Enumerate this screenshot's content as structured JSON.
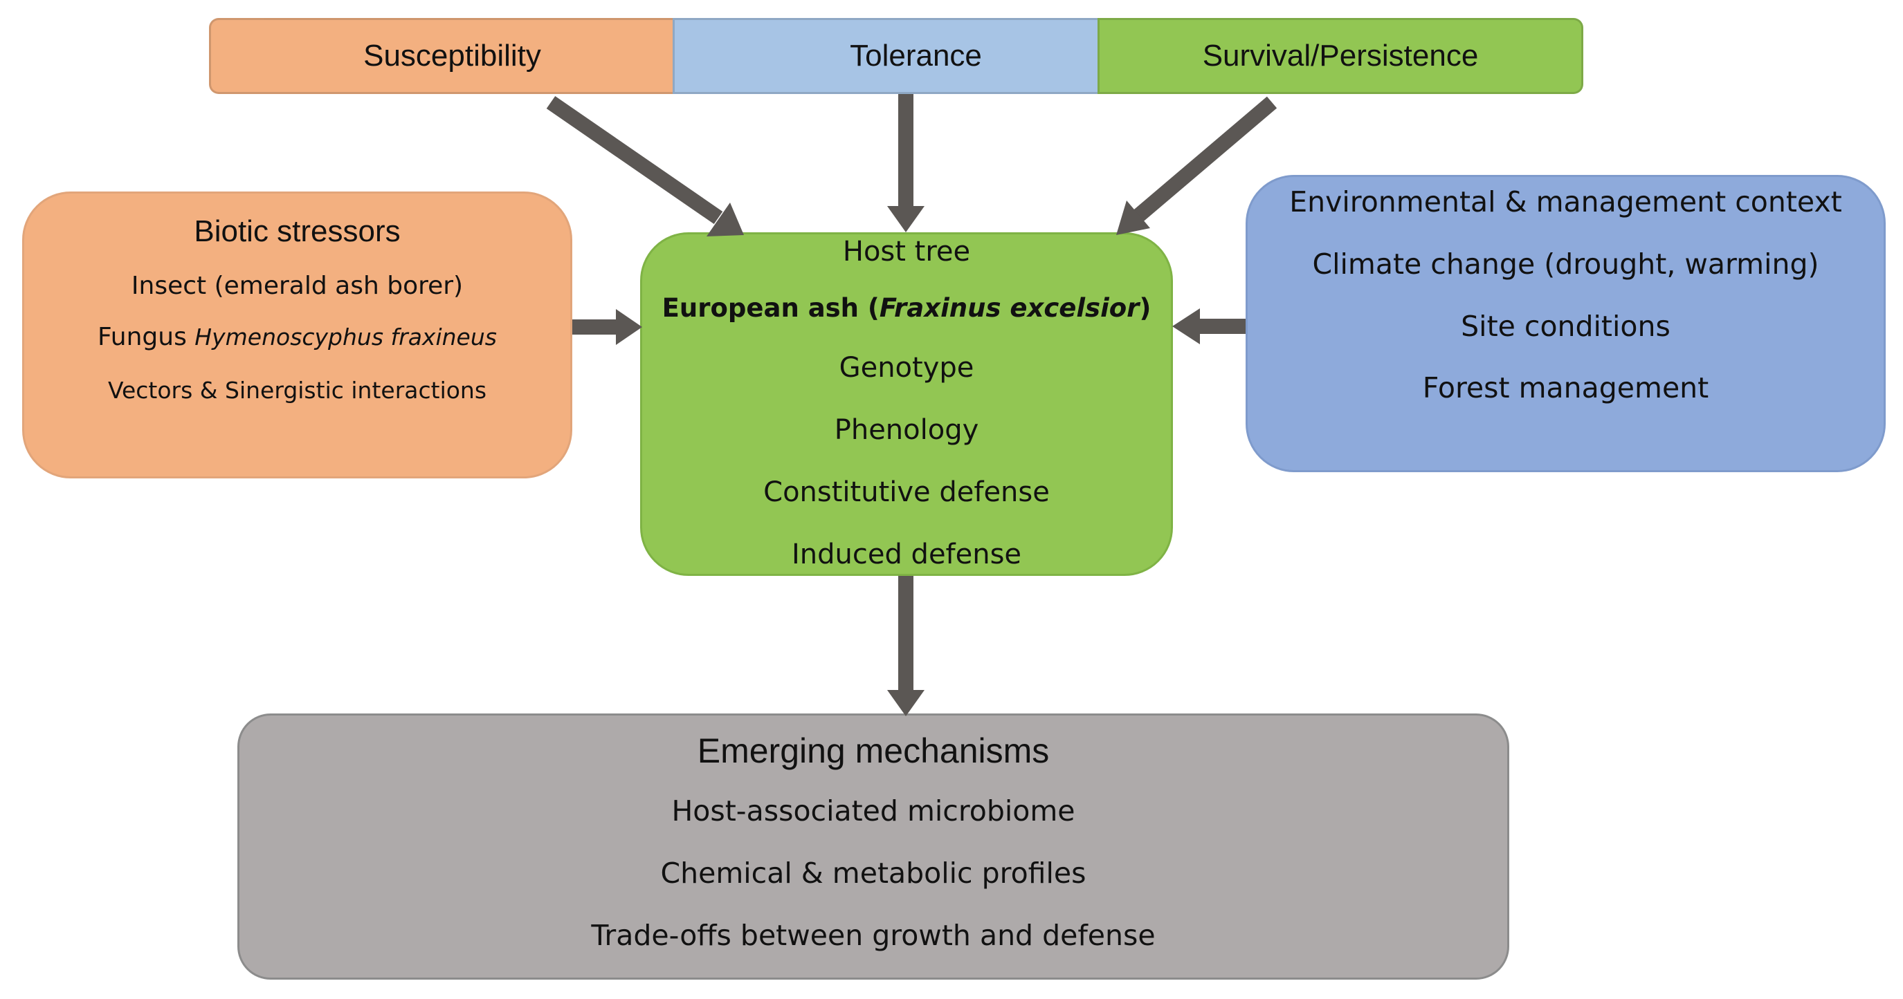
{
  "top_bar": {
    "susceptibility": "Susceptibility",
    "tolerance": "Tolerance",
    "survival": "Survival/Persistence"
  },
  "biotic": {
    "title": "Biotic stressors",
    "insect": "Insect (emerald ash borer)",
    "fungus_prefix": "Fungus ",
    "fungus_name": "Hymenoscyphus fraxineus",
    "vectors": "Vectors & Sinergistic interactions"
  },
  "host": {
    "title": "Host tree",
    "species_common": "European ash (",
    "species_latin": "Fraxinus excelsior",
    "species_close": ")",
    "items": [
      "Genotype",
      "Phenology",
      "Constitutive defense",
      "Induced defense"
    ]
  },
  "environment": {
    "title": "Environmental & management context",
    "items": [
      "Climate change (drought, warming)",
      "Site conditions",
      "Forest management"
    ]
  },
  "emerging": {
    "title": "Emerging mechanisms",
    "items": [
      "Host-associated microbiome",
      "Chemical & metabolic profiles",
      "Trade-offs between growth and defense"
    ]
  },
  "colors": {
    "orange": "#f3b080",
    "light_blue": "#a7c4e5",
    "green": "#92c653",
    "blue": "#8eaadb",
    "grey": "#aeaaaa",
    "arrow": "#5b5754"
  }
}
